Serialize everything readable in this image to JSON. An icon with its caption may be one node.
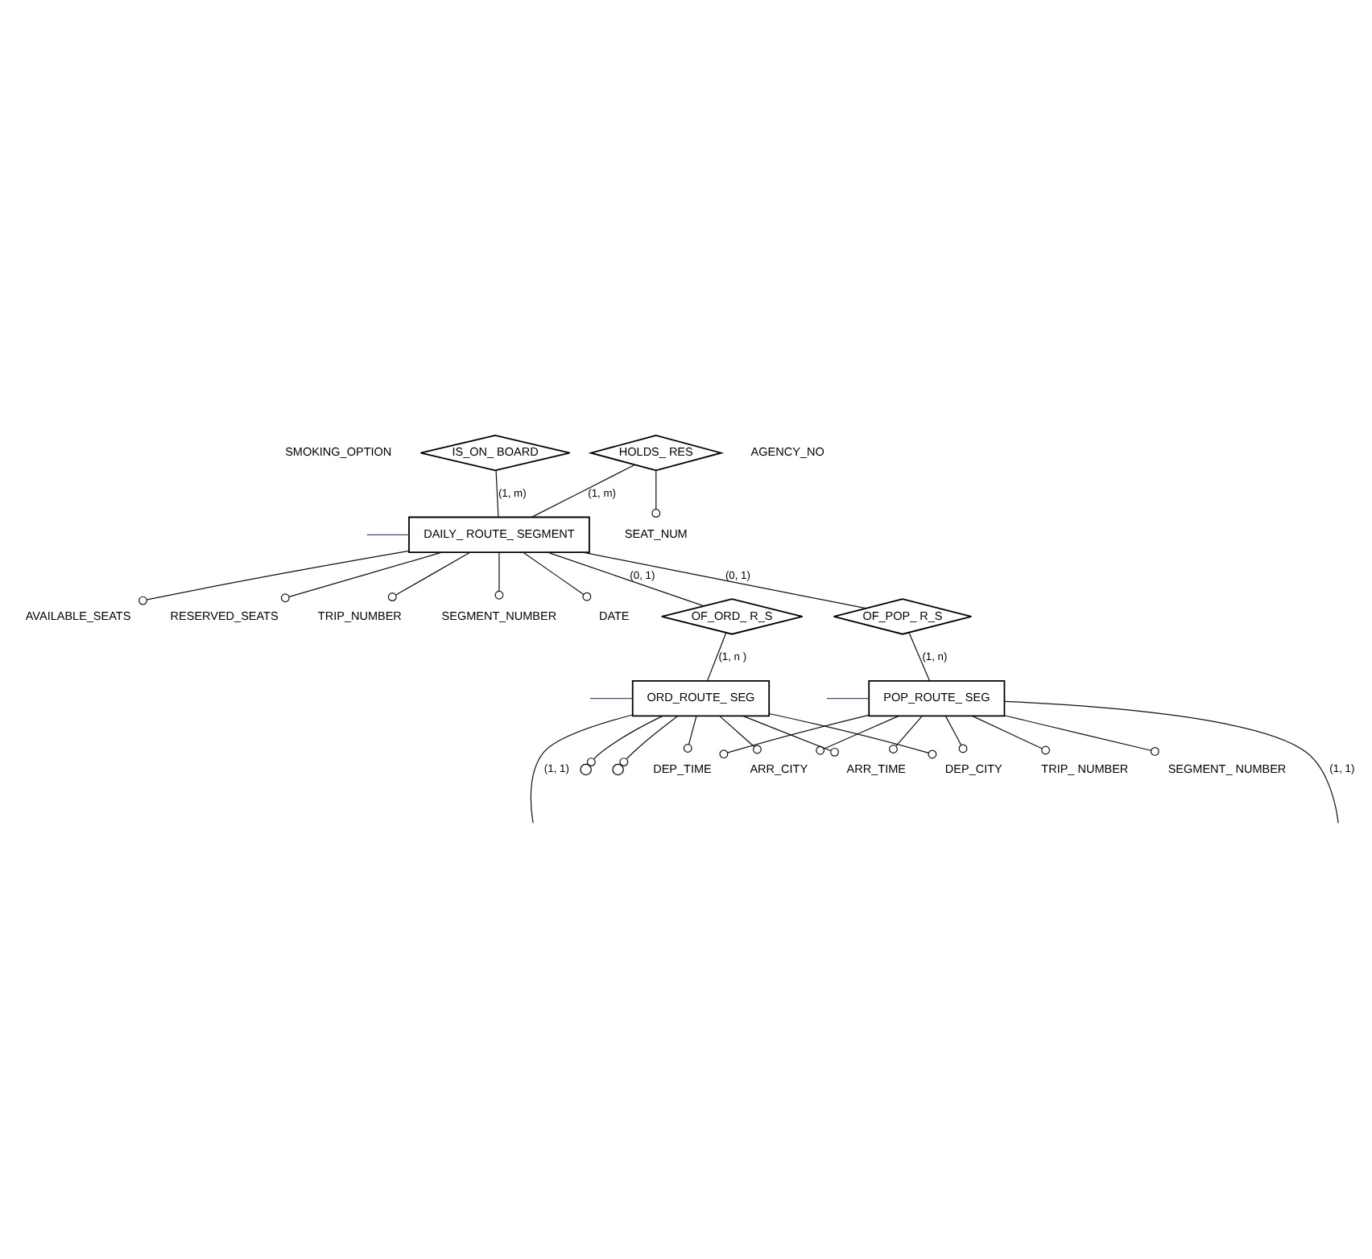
{
  "diagram": {
    "nodes": [
      {
        "text": [
          "SMOKING_OPTION"
        ]
      },
      {
        "text": [
          "SEAT_NUM"
        ]
      },
      {
        "text": [
          "HOLDS_ RES"
        ]
      },
      {
        "text": [
          "AVAILABLE_SEATS"
        ]
      },
      {
        "text": [
          "RESERVED_SEATS"
        ]
      },
      {
        "text": [
          "DAILY_ ROUTE_ SEGMENT"
        ]
      },
      {
        "text": [
          "TRIP_NUMBER"
        ]
      },
      {
        "text": [
          "SEGMENT_NUMBER"
        ]
      },
      {
        "text": [
          "DATE"
        ]
      },
      {
        "text": [
          "IS_ON_ BOARD"
        ]
      },
      {
        "text": [
          "OF_ORD_ R_S"
        ]
      },
      {
        "text": [
          "OF_POP_ R_S"
        ]
      },
      {
        "text": [
          "AGENCY_NO"
        ]
      },
      {
        "text": [
          "DEP_CITY"
        ]
      },
      {
        "text": [
          "DEP_TIME"
        ]
      },
      {
        "text": [
          "ORD_ROUTE_ SEG"
        ]
      },
      {
        "text": [
          "POP_ROUTE_ SEG"
        ]
      },
      {
        "text": [
          "TRIP_ NUMBER"
        ]
      },
      {
        "text": [
          "SEGMENT_ NUMBER"
        ]
      },
      {
        "text": [
          "ARR_CITY"
        ]
      },
      {
        "text": [
          "ARR_TIME"
        ]
      },
      {
        "text": [],
        "shape": "circle"
      },
      {
        "text": [],
        "shape": "circle"
      }
    ],
    "edges": [
      {
        "from": 2,
        "to": 1,
        "arrow": "other"
      },
      {
        "from": 5,
        "to": 3,
        "arrow": "other"
      },
      {
        "from": 5,
        "to": 4,
        "arrow": "other"
      },
      {
        "from": 2,
        "to": 5,
        "arrow": "none",
        "label": "(1, m)"
      },
      {
        "from": 5,
        "to": 6,
        "arrow": "other"
      },
      {
        "from": 5,
        "to": 7,
        "arrow": "other"
      },
      {
        "from": 5,
        "to": 8,
        "arrow": "other"
      },
      {
        "from": 9,
        "to": 5,
        "arrow": "none",
        "label": "(1, m)"
      },
      {
        "from": 5,
        "to": 10,
        "arrow": "none",
        "label": "(0, 1)"
      },
      {
        "from": 5,
        "to": 11,
        "arrow": "none",
        "label": "(0, 1)"
      },
      {
        "from": 10,
        "to": 15,
        "arrow": "none",
        "label": "(1, n )"
      },
      {
        "from": 11,
        "to": 16,
        "arrow": "none",
        "label": "(1, n)"
      },
      {
        "from": 15,
        "to": 13,
        "arrow": "other"
      },
      {
        "from": 15,
        "to": 14,
        "arrow": "other"
      },
      {
        "from": 16,
        "to": 13,
        "arrow": "other"
      },
      {
        "from": 16,
        "to": 14,
        "arrow": "other"
      },
      {
        "from": 16,
        "to": 17,
        "arrow": "other"
      },
      {
        "from": 16,
        "to": 18,
        "arrow": "other"
      },
      {
        "from": 15,
        "to": 21,
        "arrow": "other"
      },
      {
        "from": 15,
        "to": 22,
        "arrow": "other"
      },
      {
        "from": 15,
        "to": 19,
        "arrow": "other"
      },
      {
        "from": 15,
        "to": 20,
        "arrow": "other"
      },
      {
        "from": 16,
        "to": 19,
        "arrow": "other"
      },
      {
        "from": 16,
        "to": 20,
        "arrow": "other"
      },
      {
        "from": 15,
        "to": null,
        "arrow": "none",
        "label": "(1, 1)"
      },
      {
        "from": 16,
        "to": null,
        "arrow": "none",
        "label": "(1, 1)"
      },
      {
        "from": null,
        "to": 5,
        "arrow": "none",
        "color": "#4b4b7d"
      },
      {
        "from": null,
        "to": 15,
        "arrow": "none",
        "color": "#4b4b7d"
      },
      {
        "from": null,
        "to": 16,
        "arrow": "none",
        "color": "#4b4b7d"
      }
    ]
  }
}
